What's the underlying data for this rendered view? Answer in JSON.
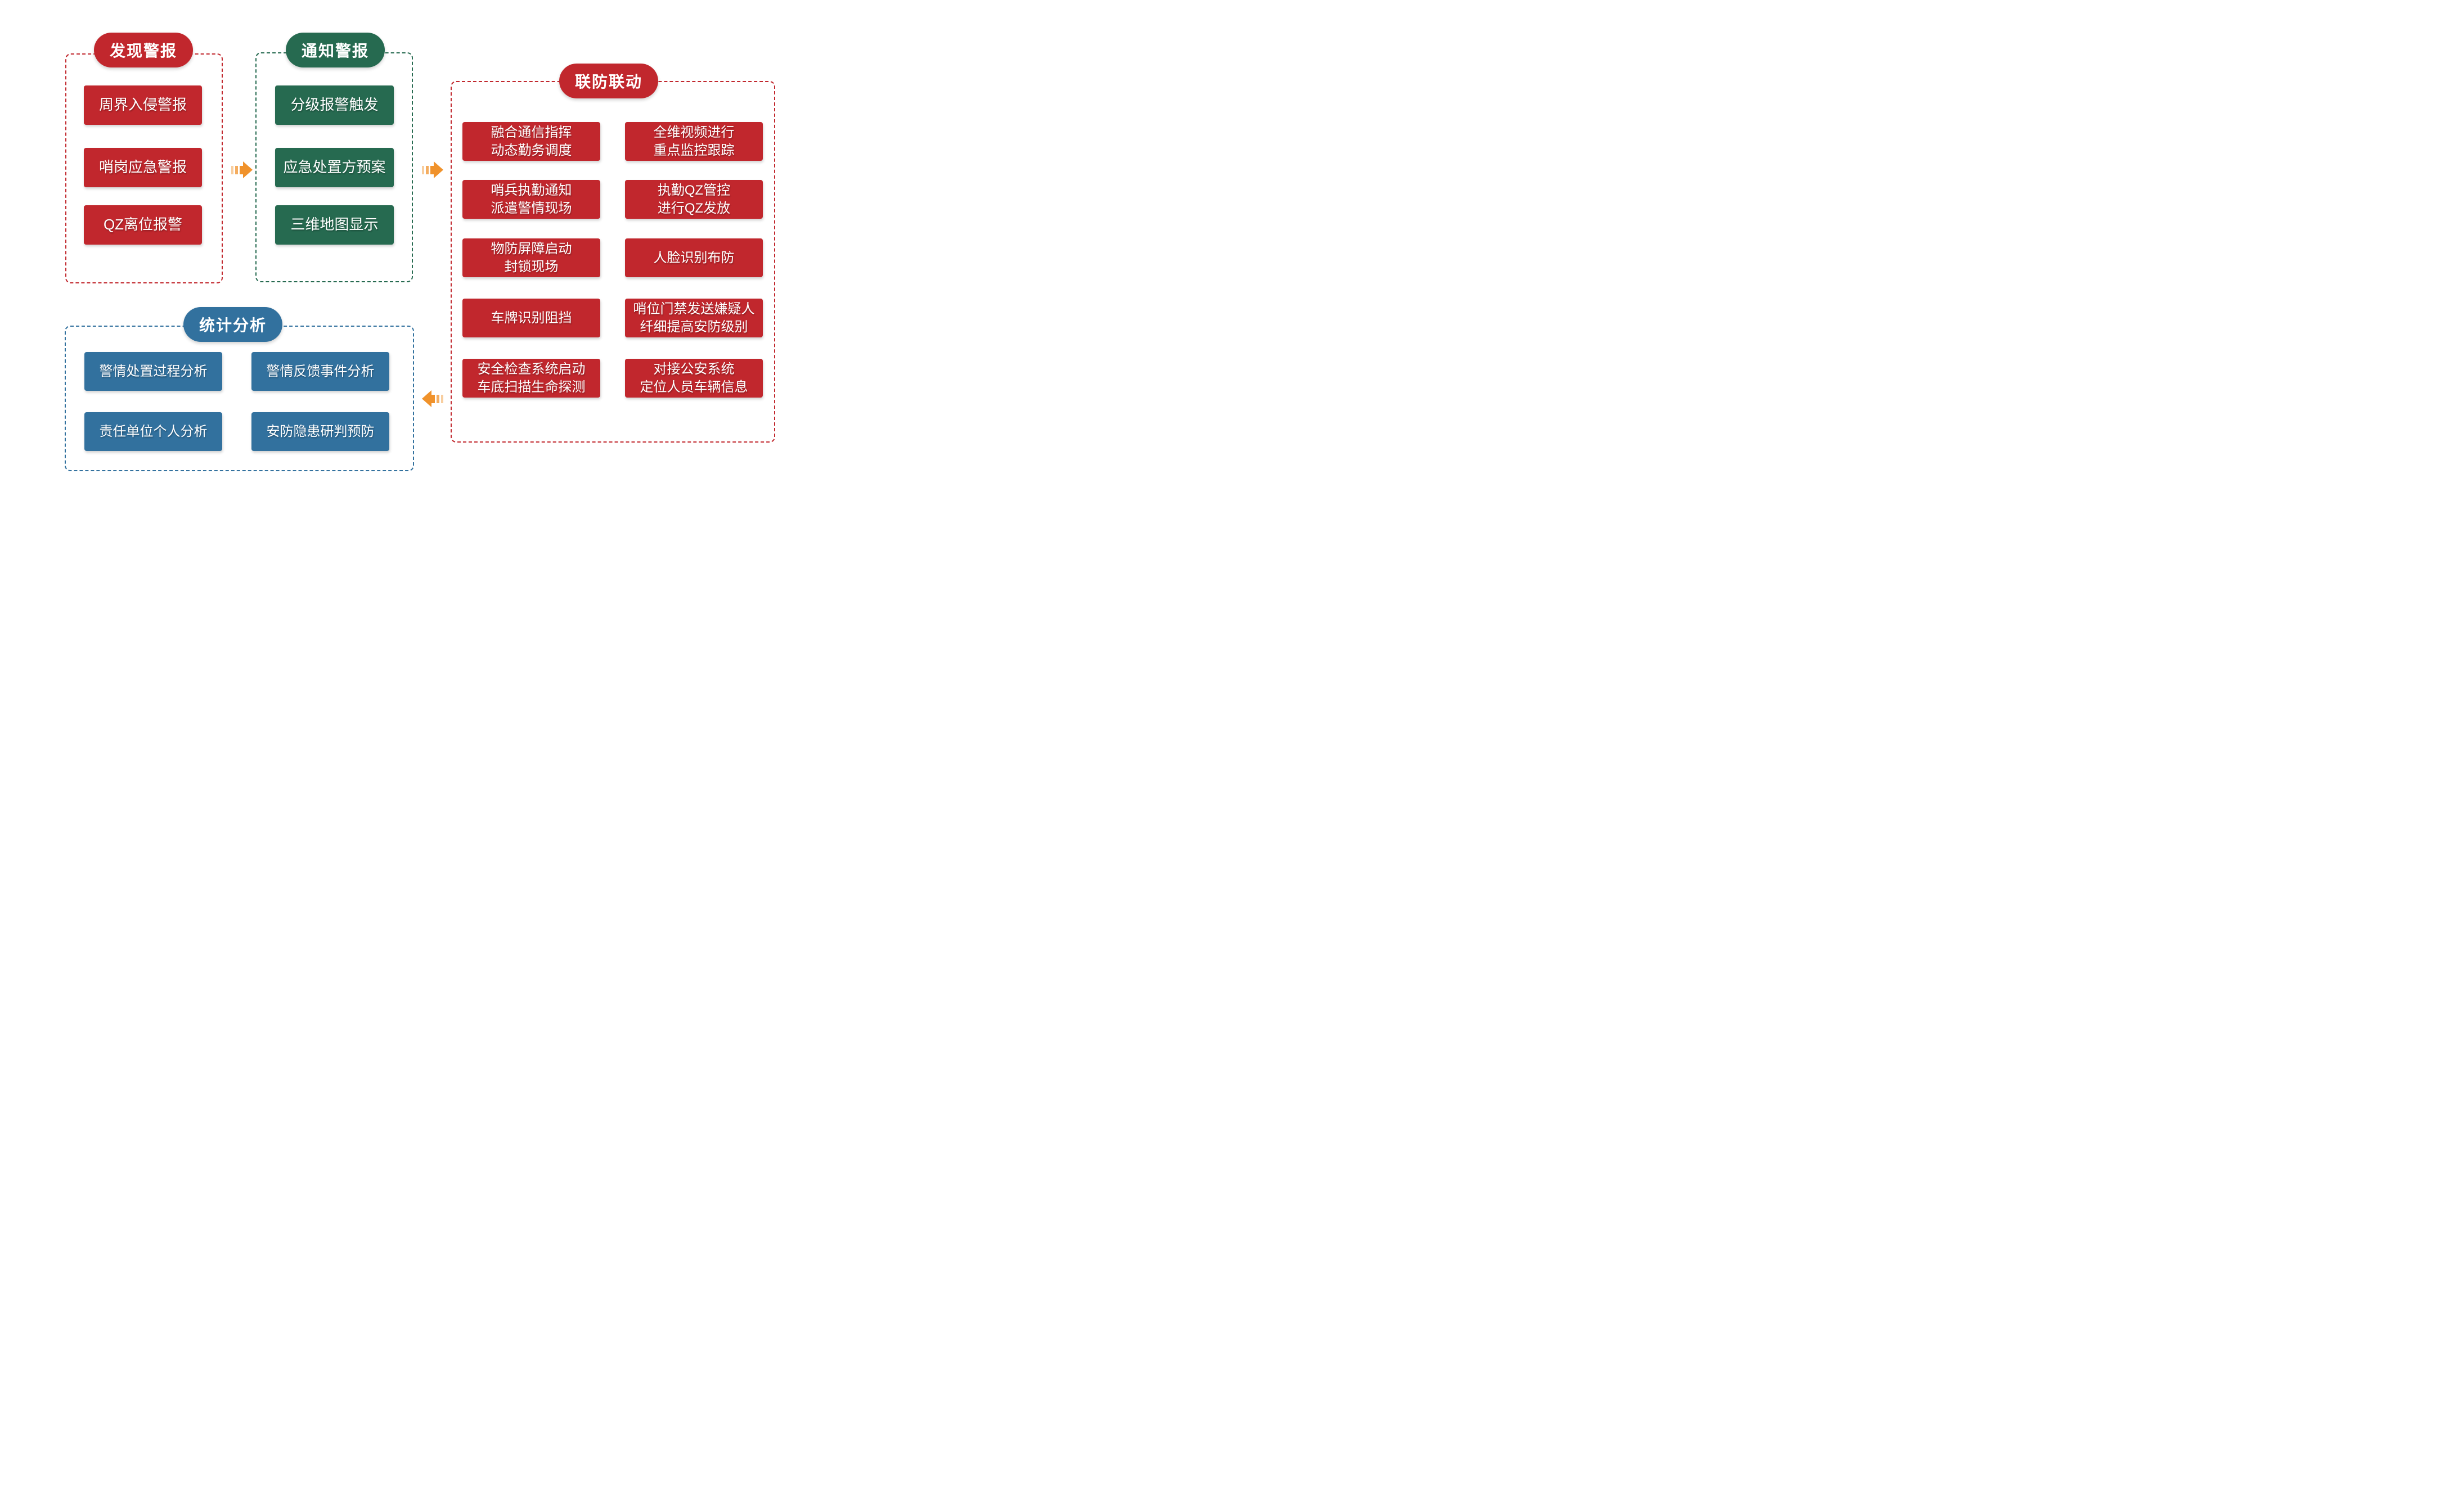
{
  "colors": {
    "red": "#c1272d",
    "green": "#266a50",
    "blue": "#32719e",
    "orange": "#f0922b",
    "text": "#ffffff",
    "background": "#ffffff"
  },
  "sections": {
    "discover": {
      "title": "发现警报",
      "items": [
        "周界入侵警报",
        "哨岗应急警报",
        "QZ离位报警"
      ]
    },
    "notify": {
      "title": "通知警报",
      "items": [
        "分级报警触发",
        "应急处置方预案",
        "三维地图显示"
      ]
    },
    "joint": {
      "title": "联防联动",
      "items": [
        "融合通信指挥\n动态勤务调度",
        "全维视频进行\n重点监控跟踪",
        "哨兵执勤通知\n派遣警情现场",
        "执勤QZ管控\n进行QZ发放",
        "物防屏障启动\n封锁现场",
        "人脸识别布防",
        "车牌识别阻挡",
        "哨位门禁发送嫌疑人\n纤细提高安防级别",
        "安全检查系统启动\n车底扫描生命探测",
        "对接公安系统\n定位人员车辆信息"
      ]
    },
    "stats": {
      "title": "统计分析",
      "items": [
        "警情处置过程分析",
        "警情反馈事件分析",
        "责任单位个人分析",
        "安防隐患研判预防"
      ]
    }
  }
}
